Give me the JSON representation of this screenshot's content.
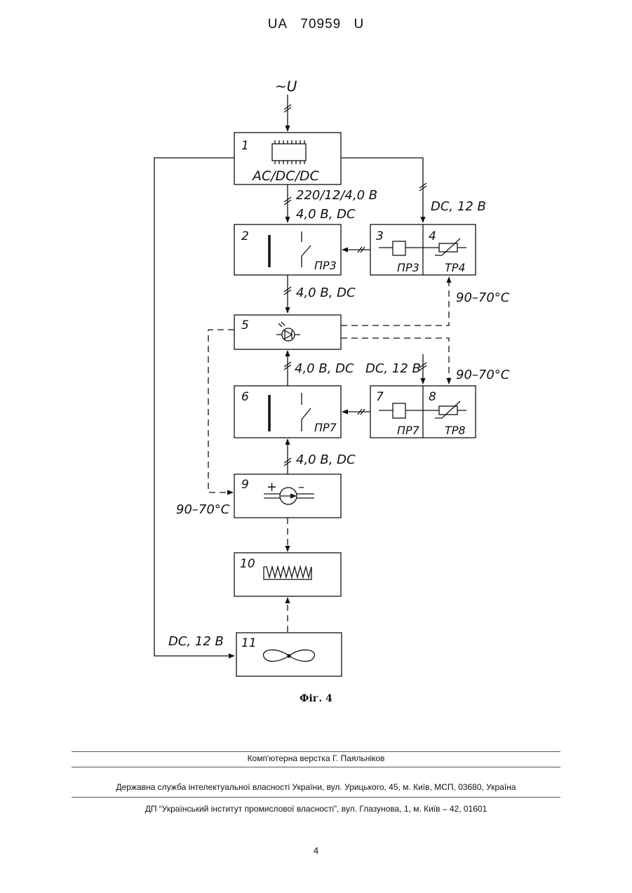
{
  "header": {
    "prefix": "UA",
    "number": "70959",
    "suffix": "U"
  },
  "diagram": {
    "input_label": "~U",
    "blocks": [
      {
        "id": "1",
        "label": "AC/DC/DC"
      },
      {
        "id": "2",
        "label": "ПР3"
      },
      {
        "id": "3",
        "label": "ПР3"
      },
      {
        "id": "4",
        "label": "ТР4"
      },
      {
        "id": "5",
        "label": ""
      },
      {
        "id": "6",
        "label": "ПР7"
      },
      {
        "id": "7",
        "label": "ПР7"
      },
      {
        "id": "8",
        "label": "ТР8"
      },
      {
        "id": "9",
        "label": ""
      },
      {
        "id": "10",
        "label": ""
      },
      {
        "id": "11",
        "label": ""
      }
    ],
    "labels": {
      "v_1_2_a": "220/12/4,0 В",
      "v_1_2_b": "4,0 В,  DC",
      "dc12_top": "DC, 12 В",
      "temp_4": "90–70°C",
      "v_2_5": "4,0 В,  DC",
      "v_6_5": "4,0 В,  DC",
      "dc12_mid": "DC, 12 В",
      "temp_8": "90–70°C",
      "v_6_9": "4,0 В,  DC",
      "temp_9": "90–70°C",
      "dc12_fan": "DC, 12 В"
    },
    "plus_sign": "+",
    "minus_sign": "–"
  },
  "caption": "Фіг. 4",
  "footer": {
    "line1": "Комп'ютерна верстка Г. Паяльніков",
    "line2": "Державна служба інтелектуальної власності України, вул. Урицького, 45, м. Київ, МСП, 03680, Україна",
    "line3": "ДП “Український інститут промислової власності”, вул. Глазунова, 1, м. Київ – 42, 01601"
  },
  "page_number": "4"
}
